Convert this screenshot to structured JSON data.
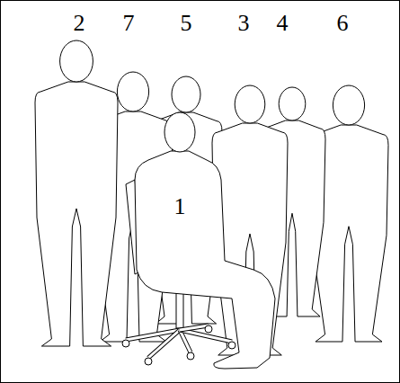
{
  "diagram": {
    "labels": [
      "2",
      "7",
      "5",
      "3",
      "4",
      "6",
      "1"
    ]
  }
}
